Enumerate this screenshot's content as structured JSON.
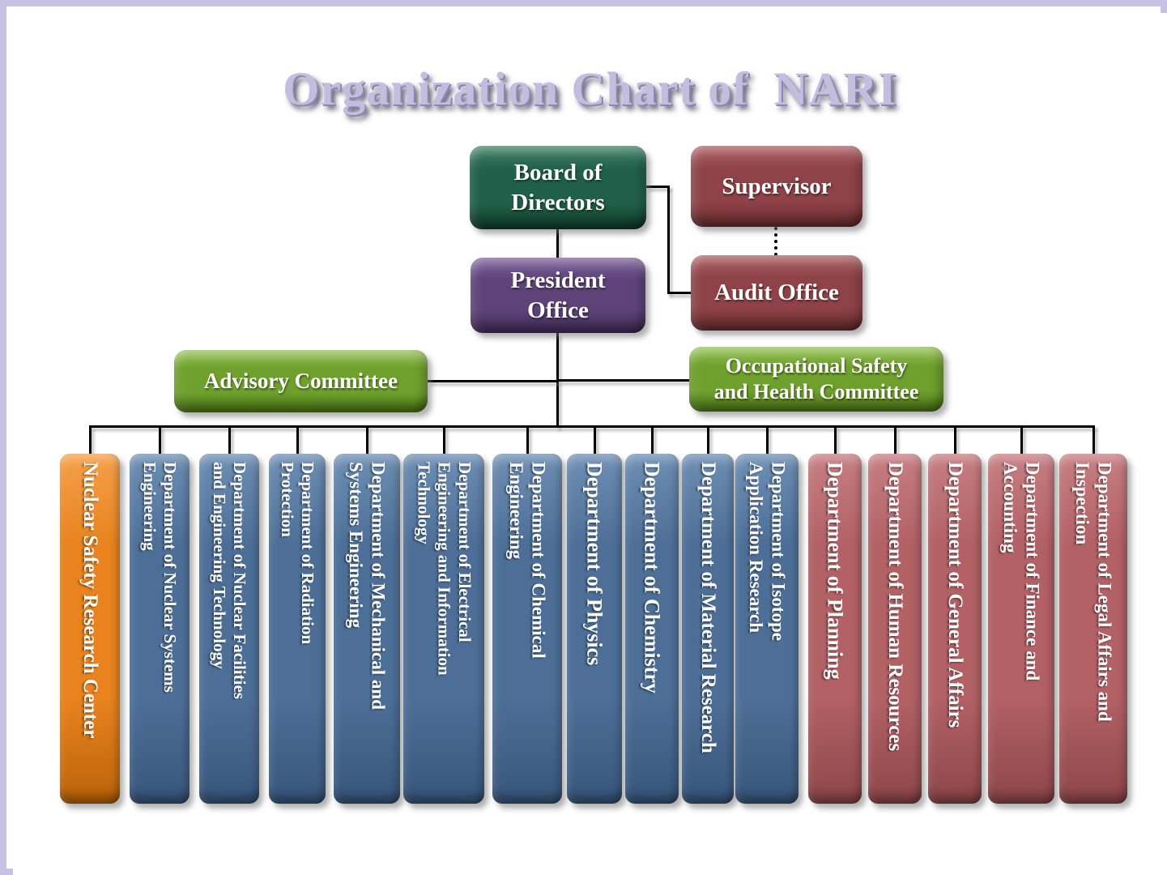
{
  "title": "Organization Chart of  NARI",
  "top_boxes": {
    "board": "Board of\nDirectors",
    "supervisor": "Supervisor",
    "president": "President\nOffice",
    "audit": "Audit Office",
    "advisory": "Advisory Committee",
    "occupational": "Occupational Safety\nand Health Committee"
  },
  "departments": [
    {
      "label": "Nuclear Safety Research Center",
      "group": "orange"
    },
    {
      "label": "Department of Nuclear Systems\nEngineering",
      "group": "blue"
    },
    {
      "label": "Department of Nuclear Facilities\nand Engineering Technology",
      "group": "blue"
    },
    {
      "label": "Department of Radiation\nProtection",
      "group": "blue"
    },
    {
      "label": "Department of Mechanical and\nSystems Engineering",
      "group": "blue"
    },
    {
      "label": "Department of Electrical\nEngineering and Information\nTechnology",
      "group": "blue"
    },
    {
      "label": "Department of Chemical\nEngineering",
      "group": "blue"
    },
    {
      "label": "Department of Physics",
      "group": "blue"
    },
    {
      "label": "Department of Chemistry",
      "group": "blue"
    },
    {
      "label": "Department of Material Research",
      "group": "blue"
    },
    {
      "label": "Department of Isotope\nApplication Research",
      "group": "blue"
    },
    {
      "label": "Department of Planning",
      "group": "red"
    },
    {
      "label": "Department of Human Resources",
      "group": "red"
    },
    {
      "label": "Department of General Affairs",
      "group": "red"
    },
    {
      "label": "Department of Finance and\nAccounting",
      "group": "red"
    },
    {
      "label": "Department of Legal Affairs and\nInspection",
      "group": "red"
    }
  ],
  "colors": {
    "frame": "#c6c1e3",
    "title_text": "#c3bde0",
    "connector": "#000000",
    "board_green": "#20604a",
    "committee_green": "#6fa02d",
    "maroon": "#8f4348",
    "purple": "#5e4379",
    "department_blue": "#4d6f97",
    "department_red": "#b26165",
    "department_orange": "#e8831f"
  }
}
